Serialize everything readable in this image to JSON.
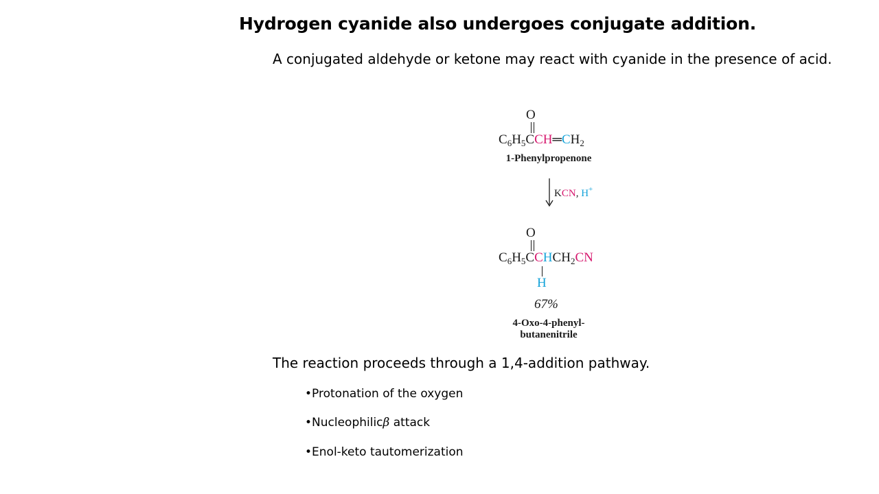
{
  "slide": {
    "title": "Hydrogen cyanide also undergoes conjugate addition.",
    "subtitle": "A conjugated aldehyde or ketone may react with cyanide in the presence of acid.",
    "pathway_text": "The reaction proceeds through a 1,4-addition pathway.",
    "bullets": [
      {
        "text_before": "•Protonation of the oxygen",
        "text_after": ""
      },
      {
        "text_before": "•Nucleophilic",
        "symbol": "β",
        "text_after": " attack"
      },
      {
        "text_before": "•Enol-keto tautomerization",
        "text_after": ""
      }
    ]
  },
  "reaction": {
    "reactant": {
      "carbonyl_oxygen": "O",
      "formula_parts": [
        "C",
        "6",
        "H",
        "5",
        "C",
        "CH",
        "═",
        "C",
        "H",
        "2"
      ],
      "name": "1-Phenylpropenone"
    },
    "reagents": {
      "reagent1": "K",
      "reagent1_colored": "CN",
      "separator": ",",
      "reagent2": "H",
      "reagent2_sup": "+"
    },
    "product": {
      "carbonyl_oxygen": "O",
      "formula_parts": [
        "C",
        "6",
        "H",
        "5",
        "C",
        "C",
        "H",
        "CH",
        "2",
        "CN"
      ],
      "hydrogen": "H",
      "yield": "67%",
      "name_line1": "4-Oxo-4-phenyl-",
      "name_line2": "butanenitrile"
    },
    "colors": {
      "magenta": "#d6186e",
      "cyan": "#14a3d9",
      "ink": "#1a1a1a"
    }
  }
}
